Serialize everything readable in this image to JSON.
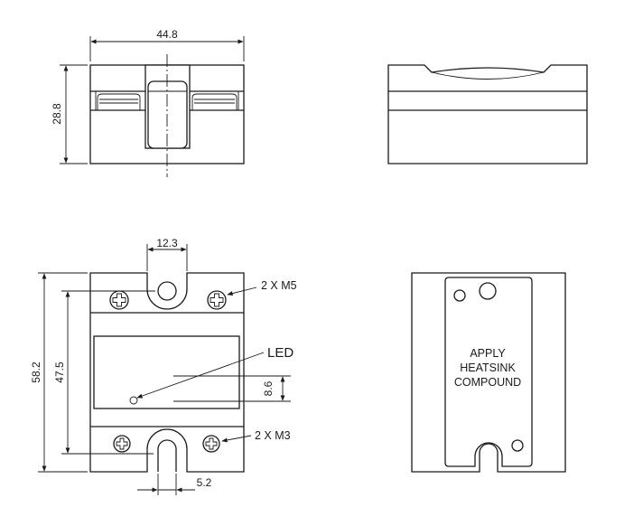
{
  "dimensions": {
    "width_top": "44.8",
    "height_top": "28.8",
    "mount_hole_width": "12.3",
    "overall_height": "58.2",
    "hole_spacing": "47.5",
    "slot_width": "5.2",
    "led_offset": "8.6"
  },
  "callouts": {
    "main_screws": "2 X M5",
    "signal_screws": "2 X M3",
    "led": "LED"
  },
  "bottom_label": [
    "APPLY",
    "HEATSINK",
    "COMPOUND"
  ],
  "colors": {
    "line": "#1a1a1a",
    "background": "#ffffff"
  }
}
